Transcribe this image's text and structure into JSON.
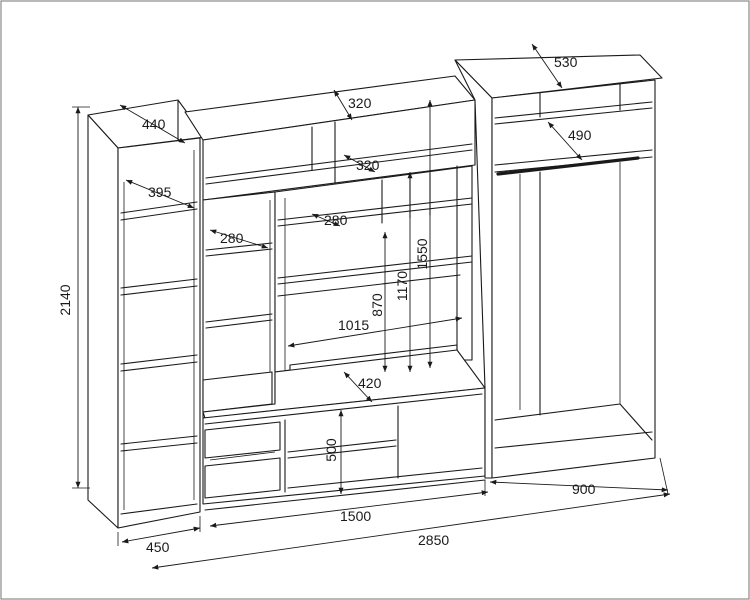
{
  "diagram": {
    "labels": {
      "total_height": "2140",
      "left_depth_top": "440",
      "left_shelf_depth": "395",
      "left_width": "450",
      "middle_top_depth": "320",
      "middle_upper_shelf_depth": "320",
      "middle_left_shelf_depth": "280",
      "middle_center_shelf_depth": "280",
      "tv_niche_width": "1015",
      "height_870": "870",
      "height_1170": "1170",
      "height_1550": "1550",
      "tv_base_depth": "420",
      "base_height": "500",
      "middle_width": "1500",
      "right_top_depth": "530",
      "right_shelf_depth": "490",
      "right_width": "900",
      "overall_width": "2850"
    }
  }
}
